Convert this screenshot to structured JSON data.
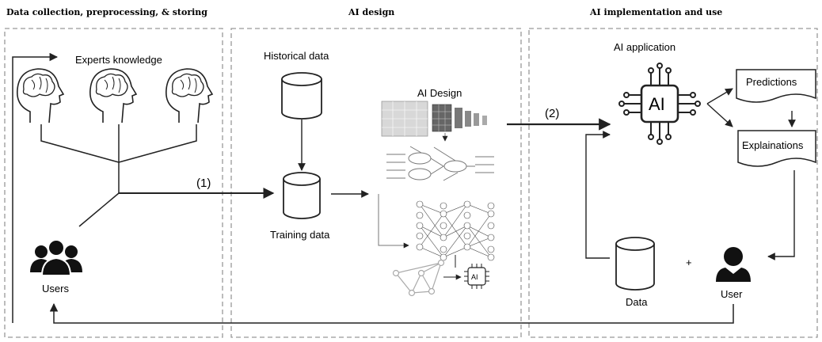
{
  "sections": {
    "collection": "Data collection, preprocessing, & storing",
    "design": "AI design",
    "implementation": "AI implementation and use"
  },
  "labels": {
    "experts_knowledge": "Experts knowledge",
    "users": "Users",
    "historical_data": "Historical data",
    "training_data": "Training data",
    "ai_design": "AI Design",
    "ai_application": "AI application",
    "predictions": "Predictions",
    "explanations": "Explainations",
    "data": "Data",
    "user": "User",
    "step1": "(1)",
    "step2": "(2)",
    "plus": "+",
    "ai_chip": "AI",
    "ai_chip_small": "AI"
  }
}
